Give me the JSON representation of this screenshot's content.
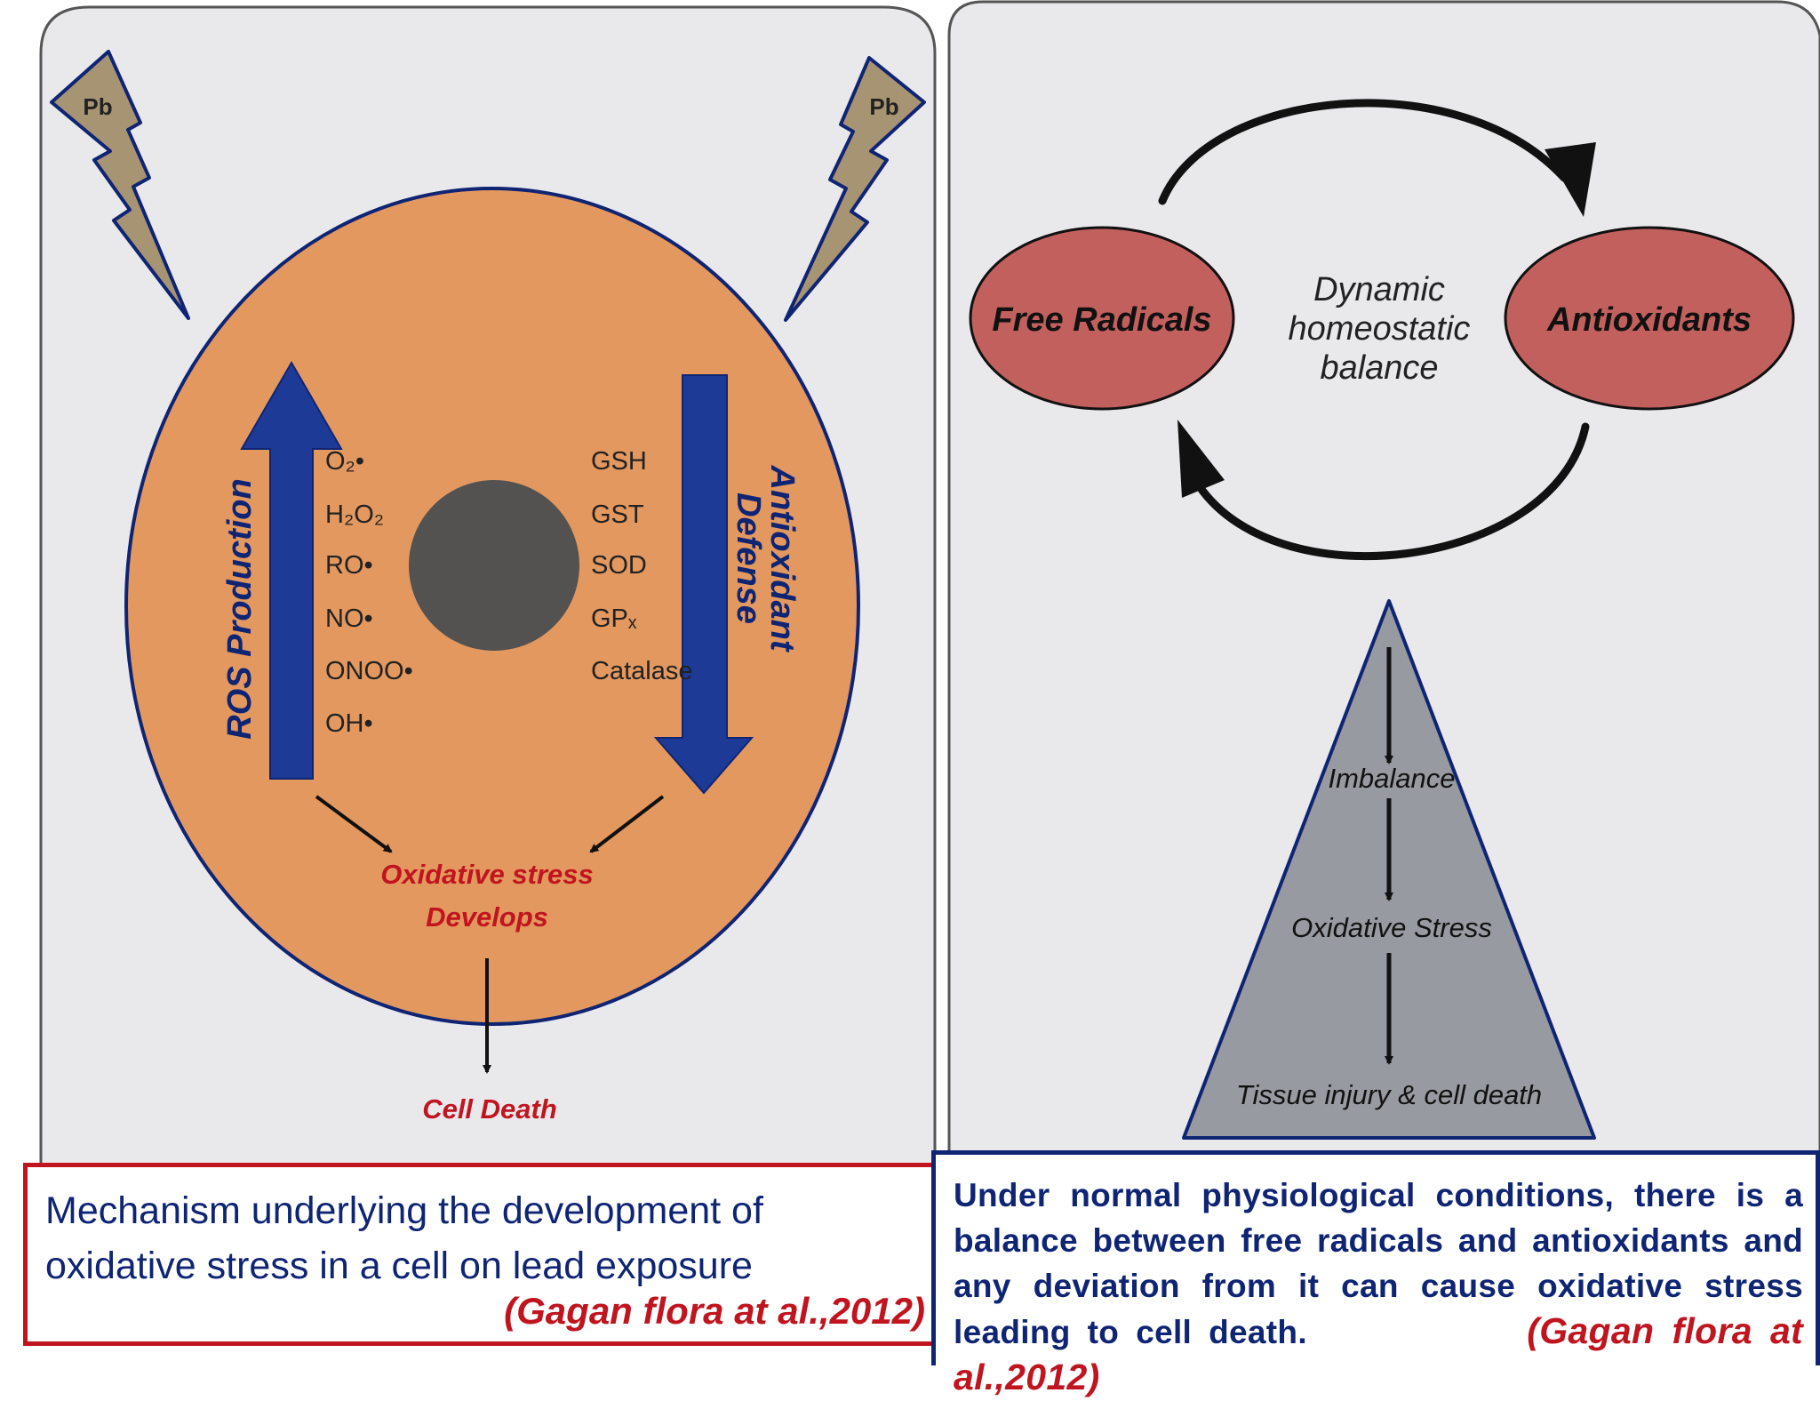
{
  "left_panel": {
    "pb_labels": [
      "Pb",
      "Pb"
    ],
    "ros_heading": "ROS Production",
    "ros_species": [
      "O₂•",
      "H₂O₂",
      "RO•",
      "NO•",
      "ONOO•",
      "OH•"
    ],
    "antioxidant_heading": [
      "Antioxidant",
      "Defense"
    ],
    "antioxidant_species": [
      "GSH",
      "GST",
      "SOD",
      "GPₓ",
      "Catalase"
    ],
    "stress_label": [
      "Oxidative stress",
      "Develops"
    ],
    "outcome": "Cell Death"
  },
  "right_panel": {
    "left_oval": "Free Radicals",
    "right_oval": "Antioxidants",
    "center_text": [
      "Dynamic",
      "homeostatic",
      "balance"
    ],
    "pyramid_steps": [
      "Imbalance",
      "Oxidative Stress",
      "Tissue injury & cell death"
    ]
  },
  "captions": {
    "left": {
      "text": "Mechanism underlying the development of oxidative stress in a cell on lead exposure",
      "citation": "(Gagan flora at al.,2012)"
    },
    "right": {
      "text": "Under normal physiological conditions, there is a balance between free radicals and antioxidants and any deviation from it can cause oxidative stress leading to cell death.",
      "citation": "(Gagan flora at al.,2012)"
    }
  },
  "colors": {
    "cell": "#e3985f",
    "dark_blue": "#0f2574",
    "arrow_blue": "#1d3b96",
    "oval": "#c2605e",
    "pyramid": "#979aa0",
    "pb": "#a79472",
    "red": "#c0151f",
    "nucleus": "#545251",
    "panel_bg": "#e9e9ec"
  }
}
